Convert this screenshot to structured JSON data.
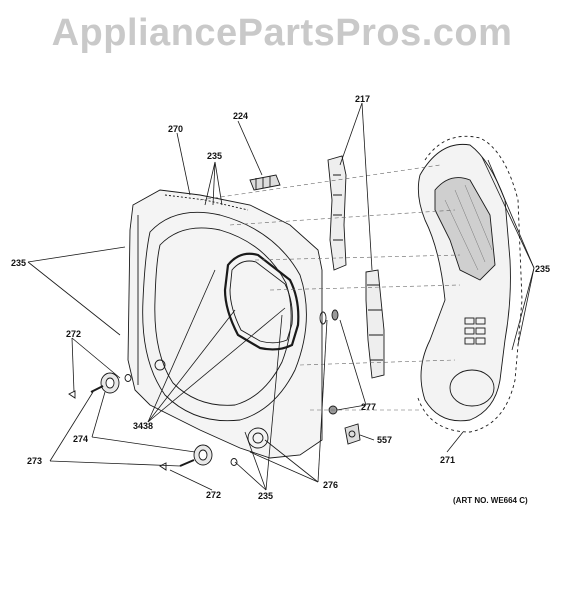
{
  "watermark": "AppliancePartsPros.com",
  "art_number": "(ART NO. WE664 C)",
  "callouts": {
    "c270": "270",
    "c224": "224",
    "c217": "217",
    "c235_top": "235",
    "c235_left": "235",
    "c235_right": "235",
    "c235_bottom": "235",
    "c272_top": "272",
    "c272_bottom": "272",
    "c273": "273",
    "c274": "274",
    "c3438": "3438",
    "c276": "276",
    "c277": "277",
    "c557": "557",
    "c271": "271"
  },
  "colors": {
    "line": "#1a1a1a",
    "part_fill": "#f2f2f2",
    "watermark": "#c9c9c9"
  }
}
